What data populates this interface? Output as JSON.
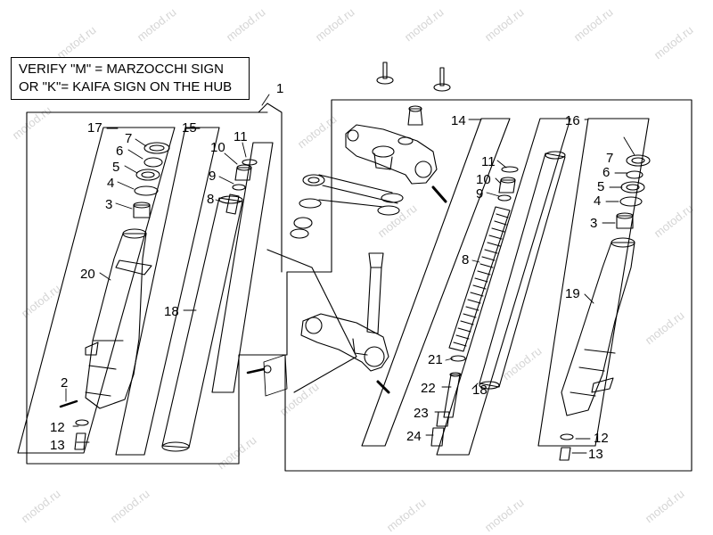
{
  "note": {
    "line1": "VERIFY \"M\" = MARZOCCHI SIGN",
    "line2": "OR \"K\"= KAIFA SIGN ON THE HUB"
  },
  "watermark": "motod.ru",
  "callouts": {
    "c1": "1",
    "c2": "2",
    "c3l": "3",
    "c3r": "3",
    "c4l": "4",
    "c4r": "4",
    "c5l": "5",
    "c5r": "5",
    "c6l": "6",
    "c6r": "6",
    "c7l": "7",
    "c7r": "7",
    "c8l": "8",
    "c8r": "8",
    "c9l": "9",
    "c9r": "9",
    "c10l": "10",
    "c10r": "10",
    "c11l": "11",
    "c11r": "11",
    "c12l": "12",
    "c12r": "12",
    "c13l": "13",
    "c13r": "13",
    "c14": "14",
    "c15": "15",
    "c16": "16",
    "c17": "17",
    "c18l": "18",
    "c18r": "18",
    "c19": "19",
    "c20": "20",
    "c21": "21",
    "c22": "22",
    "c23": "23",
    "c24": "24"
  },
  "colors": {
    "line": "#000000",
    "watermark": "#c7c7c7",
    "background": "#ffffff"
  }
}
